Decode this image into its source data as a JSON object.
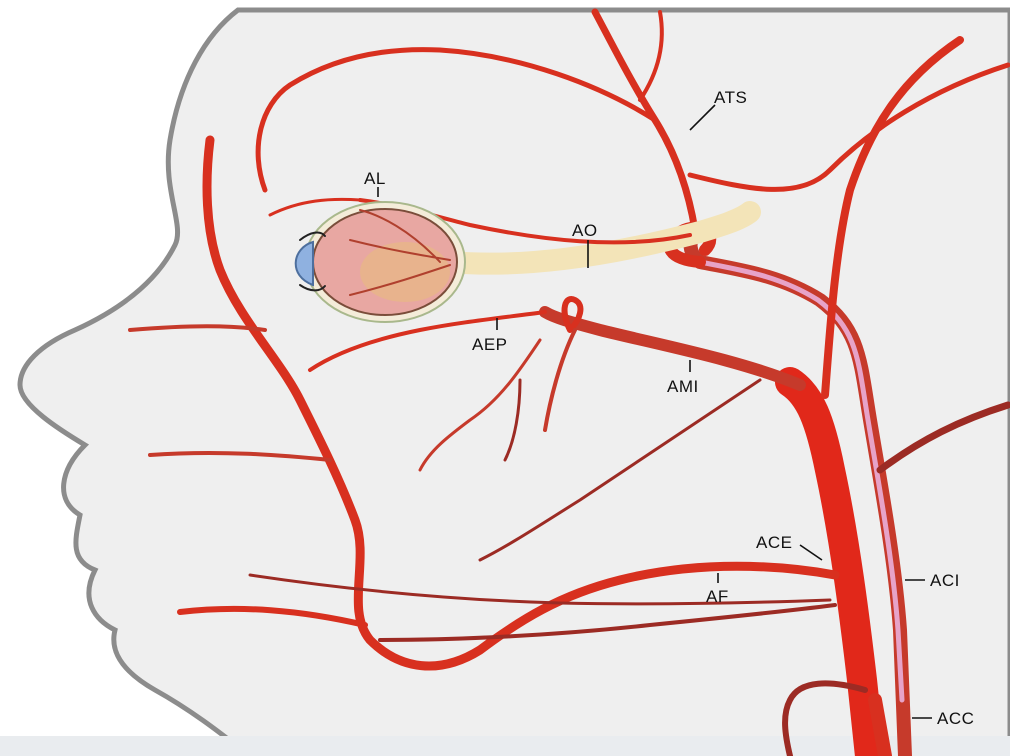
{
  "colors": {
    "background": "#ffffff",
    "head_fill": "#efefef",
    "head_outline": "#8c8c8c",
    "artery_bright": "#d8301f",
    "artery_mid": "#c63a2b",
    "artery_dark": "#9c2b24",
    "internal_carotid_stripe": "#e7a3c8",
    "optic_nerve": "#f3e4b8",
    "eye_globe": "#e8a7a2",
    "cornea": "#8fb1e0",
    "bottom_band": "#e9ecef"
  },
  "labels": {
    "ats": "ATS",
    "al": "AL",
    "ao": "AO",
    "aep": "AEP",
    "ami": "AMI",
    "ace": "ACE",
    "af": "AF",
    "aci": "ACI",
    "acc": "ACC"
  }
}
